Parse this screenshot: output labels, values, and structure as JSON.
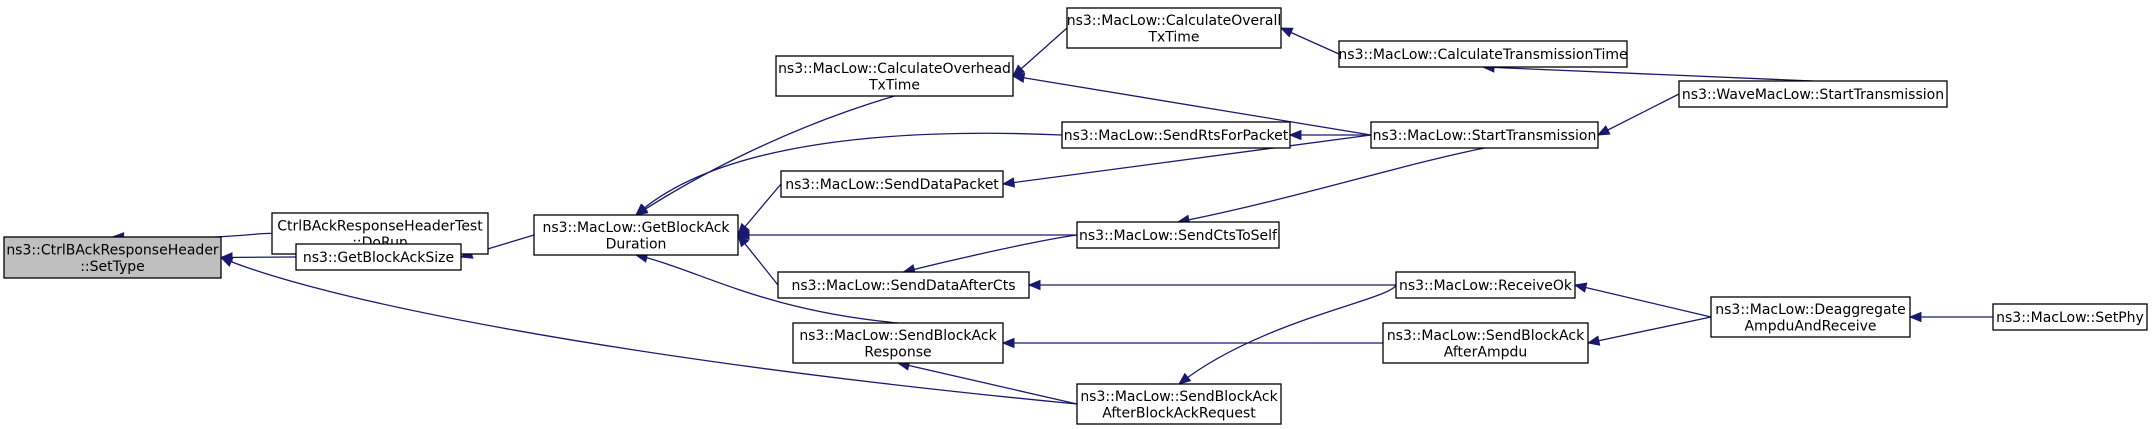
{
  "nodes": {
    "settype": {
      "lines": [
        "ns3::CtrlBAckResponseHeader",
        "::SetType"
      ]
    },
    "dorun": {
      "lines": [
        "CtrlBAckResponseHeaderTest",
        "::DoRun"
      ]
    },
    "getblockacksize": {
      "lines": [
        "ns3::GetBlockAckSize"
      ]
    },
    "getblockackduration": {
      "lines": [
        "ns3::MacLow::GetBlockAck",
        "Duration"
      ]
    },
    "calcoverhead": {
      "lines": [
        "ns3::MacLow::CalculateOverhead",
        "TxTime"
      ]
    },
    "calcoverall": {
      "lines": [
        "ns3::MacLow::CalculateOverall",
        "TxTime"
      ]
    },
    "calctranstime": {
      "lines": [
        "ns3::MacLow::CalculateTransmissionTime"
      ]
    },
    "wavestart": {
      "lines": [
        "ns3::WaveMacLow::StartTransmission"
      ]
    },
    "sendrts": {
      "lines": [
        "ns3::MacLow::SendRtsForPacket"
      ]
    },
    "starttrans": {
      "lines": [
        "ns3::MacLow::StartTransmission"
      ]
    },
    "senddatapacket": {
      "lines": [
        "ns3::MacLow::SendDataPacket"
      ]
    },
    "sendctstoself": {
      "lines": [
        "ns3::MacLow::SendCtsToSelf"
      ]
    },
    "senddataaftercts": {
      "lines": [
        "ns3::MacLow::SendDataAfterCts"
      ]
    },
    "receiveok": {
      "lines": [
        "ns3::MacLow::ReceiveOk"
      ]
    },
    "deaggregate": {
      "lines": [
        "ns3::MacLow::Deaggregate",
        "AmpduAndReceive"
      ]
    },
    "setphy": {
      "lines": [
        "ns3::MacLow::SetPhy"
      ]
    },
    "sendbaresponse": {
      "lines": [
        "ns3::MacLow::SendBlockAck",
        "Response"
      ]
    },
    "sendbaafterampdu": {
      "lines": [
        "ns3::MacLow::SendBlockAck",
        "AfterAmpdu"
      ]
    },
    "sendbaafterbar": {
      "lines": [
        "ns3::MacLow::SendBlockAck",
        "AfterBlockAckRequest"
      ]
    }
  },
  "edges": [
    {
      "from": "dorun",
      "to": "settype"
    },
    {
      "from": "getblockacksize",
      "to": "settype"
    },
    {
      "from": "sendbaafterbar",
      "to": "settype"
    },
    {
      "from": "getblockackduration",
      "to": "getblockacksize"
    },
    {
      "from": "calcoverhead",
      "to": "getblockackduration"
    },
    {
      "from": "sendrts",
      "to": "getblockackduration"
    },
    {
      "from": "senddatapacket",
      "to": "getblockackduration"
    },
    {
      "from": "sendctstoself",
      "to": "getblockackduration"
    },
    {
      "from": "senddataaftercts",
      "to": "getblockackduration"
    },
    {
      "from": "sendbaresponse",
      "to": "getblockackduration"
    },
    {
      "from": "calcoverall",
      "to": "calcoverhead"
    },
    {
      "from": "starttrans",
      "to": "calcoverhead"
    },
    {
      "from": "calctranstime",
      "to": "calcoverall"
    },
    {
      "from": "wavestart",
      "to": "calctranstime"
    },
    {
      "from": "starttrans",
      "to": "sendrts"
    },
    {
      "from": "wavestart",
      "to": "starttrans"
    },
    {
      "from": "starttrans",
      "to": "senddatapacket"
    },
    {
      "from": "starttrans",
      "to": "sendctstoself"
    },
    {
      "from": "sendctstoself",
      "to": "senddataaftercts"
    },
    {
      "from": "receiveok",
      "to": "senddataaftercts"
    },
    {
      "from": "deaggregate",
      "to": "receiveok"
    },
    {
      "from": "setphy",
      "to": "deaggregate"
    },
    {
      "from": "sendbaafterampdu",
      "to": "sendbaresponse"
    },
    {
      "from": "sendbaafterbar",
      "to": "sendbaresponse"
    },
    {
      "from": "deaggregate",
      "to": "sendbaafterampdu"
    },
    {
      "from": "receiveok",
      "to": "sendbaafterbar"
    }
  ]
}
